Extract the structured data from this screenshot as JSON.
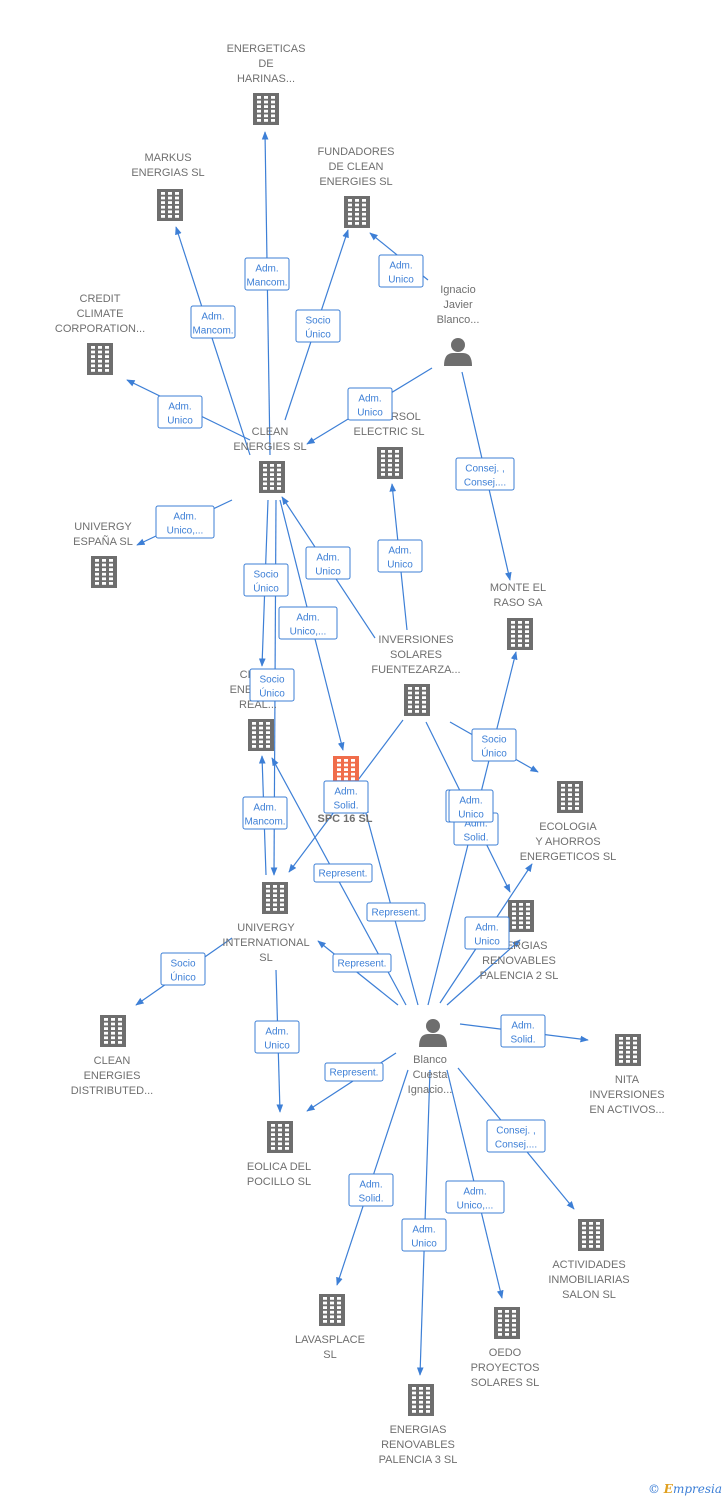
{
  "nodes": [
    {
      "id": "energeticas",
      "type": "company",
      "label": [
        "ENERGETICAS",
        "DE",
        "HARINAS..."
      ]
    },
    {
      "id": "markus",
      "type": "company",
      "label": [
        "MARKUS",
        "ENERGIAS SL"
      ]
    },
    {
      "id": "fundadores",
      "type": "company",
      "label": [
        "FUNDADORES",
        "DE CLEAN",
        "ENERGIES SL"
      ]
    },
    {
      "id": "credit",
      "type": "company",
      "label": [
        "CREDIT",
        "CLIMATE",
        "CORPORATION..."
      ]
    },
    {
      "id": "ignacio_javier",
      "type": "person",
      "label": [
        "Ignacio",
        "Javier",
        "Blanco..."
      ]
    },
    {
      "id": "clean_energies",
      "type": "company",
      "label": [
        "CLEAN",
        "ENERGIES SL"
      ]
    },
    {
      "id": "universol",
      "type": "company",
      "label": [
        "UNIVERSOL",
        "ELECTRIC  SL"
      ]
    },
    {
      "id": "univergy_espana",
      "type": "company",
      "label": [
        "UNIVERGY",
        "ESPAÑA  SL"
      ]
    },
    {
      "id": "monte_el_raso",
      "type": "company",
      "label": [
        "MONTE EL",
        "RASO SA"
      ]
    },
    {
      "id": "inversiones_solares",
      "type": "company",
      "label": [
        "INVERSIONES",
        "SOLARES",
        "FUENTEZARZA..."
      ]
    },
    {
      "id": "clean_real",
      "type": "company",
      "label": [
        "CLEAN",
        "ENERGIES",
        "REAL..."
      ]
    },
    {
      "id": "spc16",
      "type": "focus",
      "label": [
        "SPC 16  SL"
      ]
    },
    {
      "id": "ecologia",
      "type": "company",
      "label": [
        "ECOLOGIA",
        "Y AHORROS",
        "ENERGETICOS SL"
      ]
    },
    {
      "id": "univergy_int",
      "type": "company",
      "label": [
        "UNIVERGY",
        "INTERNATIONAL",
        "SL"
      ]
    },
    {
      "id": "energias_palencia2",
      "type": "company",
      "label": [
        "ENERGIAS",
        "RENOVABLES",
        "PALENCIA 2 SL"
      ]
    },
    {
      "id": "clean_distributed",
      "type": "company",
      "label": [
        "CLEAN",
        "ENERGIES",
        "DISTRIBUTED..."
      ]
    },
    {
      "id": "blanco_cuesta",
      "type": "person",
      "label": [
        "Blanco",
        "Cuesta",
        "Ignacio..."
      ]
    },
    {
      "id": "nita",
      "type": "company",
      "label": [
        "NITA",
        "INVERSIONES",
        "EN ACTIVOS..."
      ]
    },
    {
      "id": "eolica",
      "type": "company",
      "label": [
        "EOLICA DEL",
        "POCILLO SL"
      ]
    },
    {
      "id": "actividades",
      "type": "company",
      "label": [
        "ACTIVIDADES",
        "INMOBILIARIAS",
        "SALON SL"
      ]
    },
    {
      "id": "lavasplace",
      "type": "company",
      "label": [
        "LAVASPLACE",
        "SL"
      ]
    },
    {
      "id": "oedo",
      "type": "company",
      "label": [
        "OEDO",
        "PROYECTOS",
        "SOLARES  SL"
      ]
    },
    {
      "id": "energias_palencia3",
      "type": "company",
      "label": [
        "ENERGIAS",
        "RENOVABLES",
        "PALENCIA 3 SL"
      ]
    }
  ],
  "edges": [
    {
      "from": "clean_energies",
      "to": "energeticas",
      "label": [
        "Adm.",
        "Mancom."
      ]
    },
    {
      "from": "clean_energies",
      "to": "markus",
      "label": [
        "Adm.",
        "Mancom."
      ]
    },
    {
      "from": "clean_energies",
      "to": "fundadores",
      "label": [
        "Socio",
        "Único"
      ]
    },
    {
      "from": "ignacio_javier",
      "to": "fundadores",
      "label": [
        "Adm.",
        "Unico"
      ]
    },
    {
      "from": "clean_energies",
      "to": "credit",
      "label": [
        "Adm.",
        "Unico"
      ]
    },
    {
      "from": "ignacio_javier",
      "to": "clean_energies",
      "label": [
        "Adm.",
        "Unico"
      ]
    },
    {
      "from": "ignacio_javier",
      "to": "monte_el_raso",
      "label": [
        "Consej. ,",
        "Consej...."
      ]
    },
    {
      "from": "clean_energies",
      "to": "univergy_espana",
      "label": [
        "Adm.",
        "Unico,..."
      ]
    },
    {
      "from": "inversiones_solares",
      "to": "universol",
      "label": [
        "Adm.",
        "Unico"
      ]
    },
    {
      "from": "inversiones_solares",
      "to": "clean_energies",
      "label": [
        "Adm.",
        "Unico"
      ]
    },
    {
      "from": "clean_energies",
      "to": "clean_real",
      "label": [
        "Socio",
        "Único"
      ]
    },
    {
      "from": "clean_energies",
      "to": "spc16",
      "label": [
        "Adm.",
        "Unico,..."
      ]
    },
    {
      "from": "clean_energies",
      "to": "univergy_int",
      "label": [
        "Socio",
        "Único"
      ]
    },
    {
      "from": "univergy_int",
      "to": "clean_real",
      "label": [
        "Adm.",
        "Mancom."
      ]
    },
    {
      "from": "inversiones_solares",
      "to": "univergy_int",
      "label": [
        "Adm.",
        "Solid."
      ]
    },
    {
      "from": "inversiones_solares",
      "to": "ecologia",
      "label": [
        "Socio",
        "Único"
      ]
    },
    {
      "from": "inversiones_solares",
      "to": "energias_palencia2",
      "label": [
        "Socio",
        "Único"
      ]
    },
    {
      "from": "blanco_cuesta",
      "to": "clean_real",
      "label": [
        "Represent."
      ]
    },
    {
      "from": "blanco_cuesta",
      "to": "spc16",
      "label": [
        "Represent."
      ]
    },
    {
      "from": "blanco_cuesta",
      "to": "univergy_int",
      "label": [
        "Represent."
      ]
    },
    {
      "from": "blanco_cuesta",
      "to": "ecologia",
      "label": [
        "Adm.",
        "Solid."
      ]
    },
    {
      "from": "blanco_cuesta",
      "to": "monte_el_raso",
      "label": [
        "Adm.",
        "Unico"
      ]
    },
    {
      "from": "blanco_cuesta",
      "to": "energias_palencia2",
      "label": [
        "Adm.",
        "Unico"
      ]
    },
    {
      "from": "univergy_int",
      "to": "clean_distributed",
      "label": [
        "Socio",
        "Único"
      ]
    },
    {
      "from": "univergy_int",
      "to": "eolica",
      "label": [
        "Adm.",
        "Unico"
      ]
    },
    {
      "from": "blanco_cuesta",
      "to": "nita",
      "label": [
        "Adm.",
        "Solid."
      ]
    },
    {
      "from": "blanco_cuesta",
      "to": "eolica",
      "label": [
        "Represent."
      ]
    },
    {
      "from": "blanco_cuesta",
      "to": "actividades",
      "label": [
        "Consej. ,",
        "Consej...."
      ]
    },
    {
      "from": "blanco_cuesta",
      "to": "lavasplace",
      "label": [
        "Adm.",
        "Solid."
      ]
    },
    {
      "from": "blanco_cuesta",
      "to": "oedo",
      "label": [
        "Adm.",
        "Unico,..."
      ]
    },
    {
      "from": "blanco_cuesta",
      "to": "energias_palencia3",
      "label": [
        "Adm.",
        "Unico"
      ]
    }
  ],
  "footer": {
    "copyright": "©",
    "brand_initial": "E",
    "brand_rest": "mpresia"
  },
  "colors": {
    "edge": "#3d7fd6",
    "node": "#6e6e6e",
    "focus": "#f06d4b"
  }
}
